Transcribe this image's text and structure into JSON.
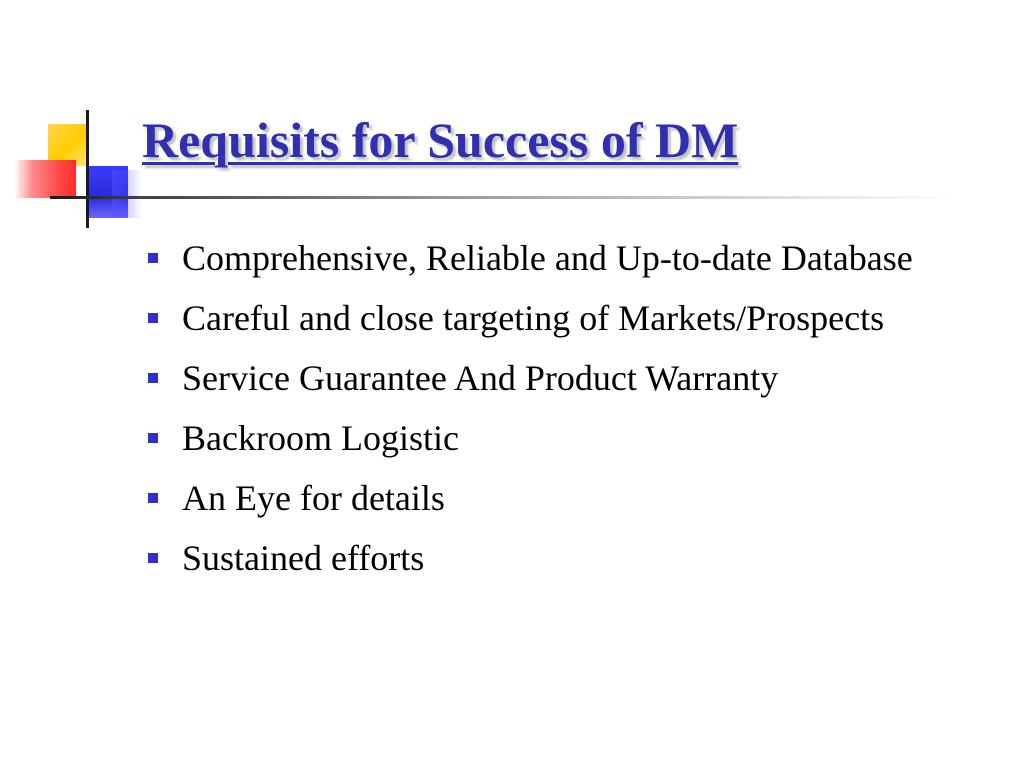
{
  "slide": {
    "title": "Requisits for Success of DM",
    "bullets": [
      {
        "text": "Comprehensive, Reliable and Up-to-date Database"
      },
      {
        "text": "Careful and close targeting of Markets/Prospects"
      },
      {
        "text": "Service Guarantee And Product Warranty"
      },
      {
        "text": "Backroom Logistic"
      },
      {
        "text": "An Eye for details"
      },
      {
        "text": "Sustained efforts"
      }
    ]
  },
  "colors": {
    "title": "#2f2fb0",
    "bullet_marker": "#2f2fd0",
    "body_text": "#000000",
    "accent_yellow": "#ffcc00",
    "accent_red": "#ff3333",
    "accent_blue": "#2b2bd9"
  }
}
